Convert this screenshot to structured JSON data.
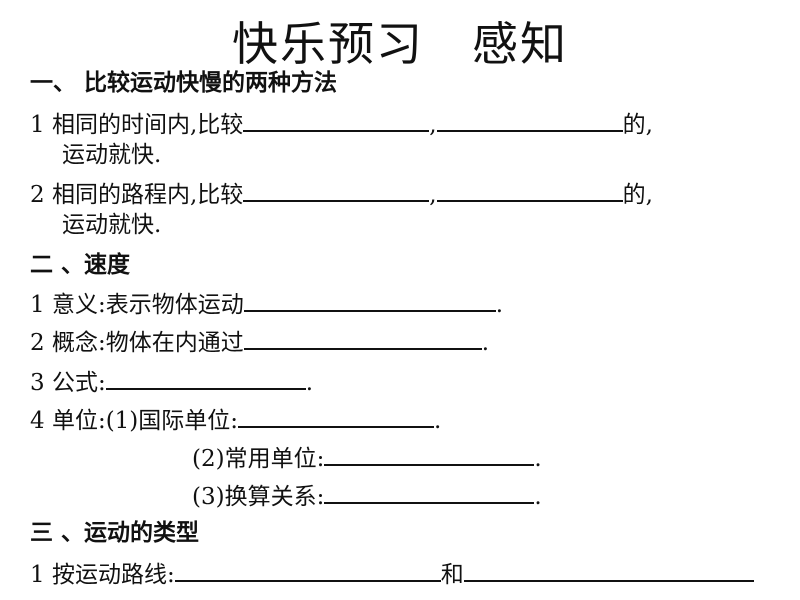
{
  "title": {
    "part1": "快乐预习",
    "part2": "感知"
  },
  "section1": {
    "heading": "一、  比较运动快慢的两种方法",
    "item1": {
      "prefix": "1 相同的时间内,比较",
      "comma": ",",
      "suffix": "的,",
      "continuation": "运动就快."
    },
    "item2": {
      "prefix": "2 相同的路程内,比较",
      "comma": ",",
      "suffix": "的,",
      "continuation": "运动就快."
    }
  },
  "section2": {
    "heading": "二 、速度",
    "meaning": {
      "prefix": "1 意义:表示物体运动",
      "suffix": "."
    },
    "concept": {
      "prefix": "2 概念:物体在内通过",
      "suffix": "."
    },
    "formula": {
      "prefix": "3 公式:",
      "suffix": "."
    },
    "unit": {
      "prefix": "4 单位:(1)国际单位:",
      "suffix": ".",
      "common_label": "(2)常用单位:",
      "common_suffix": ".",
      "conversion_label": "(3)换算关系:",
      "conversion_suffix": "."
    }
  },
  "section3": {
    "heading": "三 、运动的类型",
    "item1": {
      "prefix": "1 按运动路线:",
      "middle": "和"
    }
  }
}
